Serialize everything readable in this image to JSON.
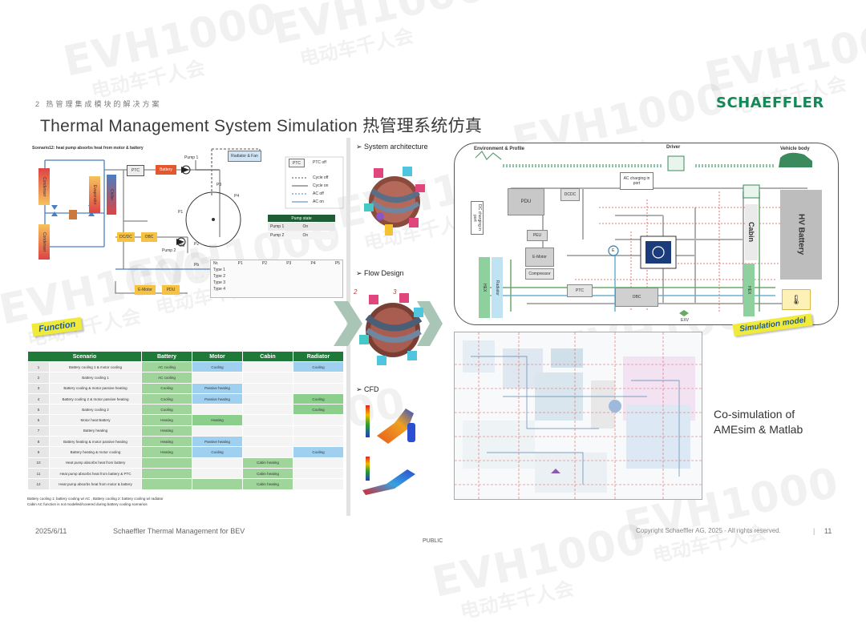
{
  "header": {
    "section": "2 热管理集成模块的解决方案",
    "title": "Thermal Management System Simulation 热管理系统仿真",
    "brand": "SCHAEFFLER"
  },
  "left_panel": {
    "diagram_title": "Scenario12: heat pump absorbs heat from motor & battery",
    "components": {
      "condenser": "Condenser",
      "evaporator": "Evaporator",
      "condenser2": "Condenser",
      "chiller": "Chiller",
      "ptc": "PTC",
      "battery": "Battery",
      "pump1": "Pump 1",
      "pump2": "Pump 2",
      "radiator_fan": "Radiator & Fan",
      "dcdc": "DC/DC",
      "obc": "OBC",
      "emotor": "E-Motor",
      "pdu": "PDU",
      "p1": "P1",
      "p2": "P2",
      "p3": "P3",
      "p4": "P4",
      "p5": "P5",
      "pb": "Pb"
    },
    "legend": {
      "ptc_tag": "PTC",
      "items": [
        "PTC off",
        "Cycle off",
        "Cycle on",
        "AC off",
        "AC on"
      ]
    },
    "pump_table": {
      "header": "Pump state",
      "rows": [
        [
          "Pump 1",
          "On"
        ],
        [
          "Pump 2",
          "On"
        ]
      ]
    },
    "port_table": {
      "header": [
        "Nr.",
        "P1",
        "P2",
        "P3",
        "P4",
        "P5"
      ],
      "rows": [
        "Type 1",
        "Type 2",
        "Type 3",
        "Type 4"
      ]
    },
    "function_tag": "Function",
    "scenario_table": {
      "headers": [
        "Scenario",
        "Battery",
        "Motor",
        "Cabin",
        "Radiator"
      ],
      "rows": [
        {
          "n": "1",
          "s": "Battery cooling 1 & motor cooling",
          "b": "AC cooling",
          "m": "Cooling",
          "c": "",
          "r": "Cooling"
        },
        {
          "n": "2",
          "s": "Battery cooling 1",
          "b": "AC cooling",
          "m": "",
          "c": "",
          "r": ""
        },
        {
          "n": "3",
          "s": "Battery cooling & motor passive heating",
          "b": "Cooling",
          "m": "Passive heating",
          "c": "",
          "r": ""
        },
        {
          "n": "4",
          "s": "Battery cooling 2 & motor passive heating",
          "b": "Cooling",
          "m": "Passive heating",
          "c": "",
          "r": "Cooling"
        },
        {
          "n": "5",
          "s": "Battery cooling 2",
          "b": "Cooling",
          "m": "",
          "c": "",
          "r": "Cooling"
        },
        {
          "n": "6",
          "s": "Motor heat Battery",
          "b": "Heating",
          "m": "Heating",
          "c": "",
          "r": ""
        },
        {
          "n": "7",
          "s": "Battery heating",
          "b": "Heating",
          "m": "",
          "c": "",
          "r": ""
        },
        {
          "n": "8",
          "s": "Battery heating & motor passive heating",
          "b": "Heating",
          "m": "Passive heating",
          "c": "",
          "r": ""
        },
        {
          "n": "9",
          "s": "Battery heating & motor cooling",
          "b": "Heating",
          "m": "Cooling",
          "c": "",
          "r": "Cooling"
        },
        {
          "n": "10",
          "s": "Heat pump absorbs heat from battery",
          "b": "",
          "m": "",
          "c": "Cabin heating",
          "r": ""
        },
        {
          "n": "11",
          "s": "Heat pump absorbs heat from battery & PTC",
          "b": "",
          "m": "",
          "c": "Cabin heating",
          "r": ""
        },
        {
          "n": "12",
          "s": "Heat pump absorbs heat from motor & battery",
          "b": "",
          "m": "",
          "c": "Cabin heating",
          "r": ""
        }
      ],
      "notes": [
        "Battery cooling 1: battery cooling w/ AC , Battery cooling 2: battery cooling w/ radiator",
        "Cabin AC function is not modelled/covered during battery cooling scenarios"
      ]
    }
  },
  "middle_panel": {
    "items": [
      {
        "label": "System architecture"
      },
      {
        "label": "Flow Design"
      },
      {
        "label": "CFD"
      }
    ],
    "flow_numbers": [
      "2",
      "3"
    ]
  },
  "right_panel": {
    "env_label": "Environment & Profile",
    "driver_label": "Driver",
    "vehicle_label": "Vehicle body",
    "ac_port": "AC charging in port",
    "dc_port": "DC charging in port",
    "labels": {
      "pdu": "PDU",
      "dcdc": "DCDC",
      "peu": "PEU",
      "emotor": "E-Motor",
      "compressor": "Compressor",
      "ptc": "PTC",
      "obc": "OBC",
      "hex_left": "HEX",
      "radiator": "Radiator",
      "hex_right": "HEX",
      "cabin": "Cabin",
      "hv_battery": "HV Battery",
      "exv": "EXV",
      "e": "E"
    },
    "simulation_tag": "Simulation model",
    "cosim_line1": "Co-simulation of",
    "cosim_line2": "AMEsim & Matlab"
  },
  "footer": {
    "date": "2025/6/11",
    "title": "Schaeffler Thermal Management for BEV",
    "copyright": "Copyright Schaeffler AG, 2025 - All rights reserved.",
    "page": "11",
    "classification": "PUBLIC"
  },
  "watermark": {
    "big": "EVH1000",
    "small": "电动车千人会"
  }
}
